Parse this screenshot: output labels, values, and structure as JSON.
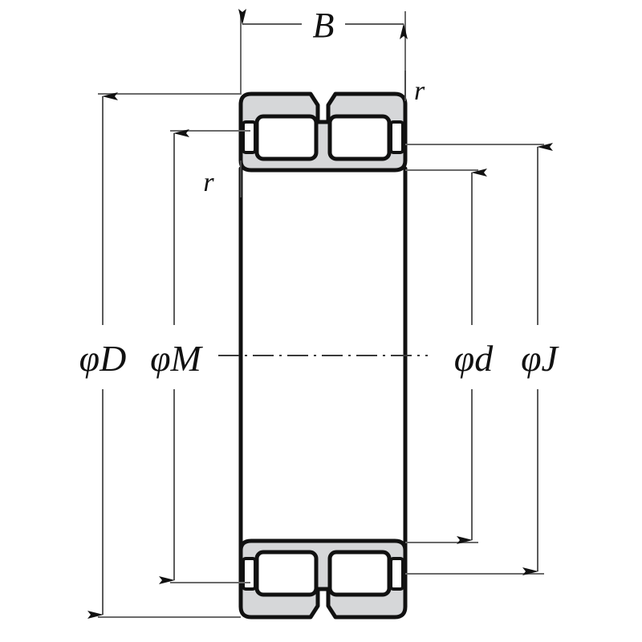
{
  "drawing": {
    "title": "Cylindrical roller bearing cross-section",
    "type": "engineering-cross-section",
    "background_color": "#ffffff",
    "line_color": "#111111",
    "ring_fill_color": "#d6d7d9",
    "roller_fill_color": "#ffffff",
    "dimension_line_color": "#5b5b5b"
  },
  "dimensions": {
    "width_b": {
      "label": "B",
      "orientation": "horizontal",
      "position": "top",
      "meaning": "bearing overall width"
    },
    "outer_diameter_d": {
      "label": "φD",
      "orientation": "vertical",
      "position": "left-outer",
      "meaning": "outer ring outside diameter"
    },
    "raceway_m": {
      "label": "φM",
      "orientation": "vertical",
      "position": "left-inner",
      "meaning": "outer raceway diameter"
    },
    "bore_d": {
      "label": "φd",
      "orientation": "vertical",
      "position": "right-inner",
      "meaning": "inner ring bore diameter"
    },
    "raceway_j": {
      "label": "φJ",
      "orientation": "vertical",
      "position": "right-outer",
      "meaning": "inner raceway diameter"
    }
  },
  "callouts": [
    {
      "label": "r",
      "position": "top-right",
      "meaning": "outer chamfer corner radius"
    },
    {
      "label": "r",
      "position": "upper-left",
      "meaning": "inner chamfer corner radius"
    }
  ],
  "features": {
    "centerline_label": "axis of rotation",
    "roller_count_per_side": 2,
    "rows": 2,
    "cage_rib": "center separating rib"
  }
}
